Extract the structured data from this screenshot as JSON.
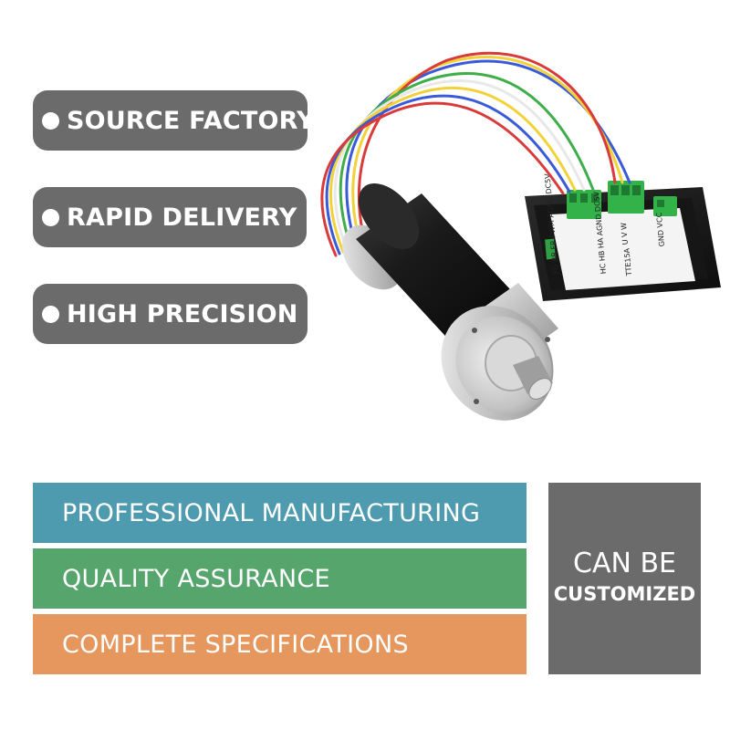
{
  "features": [
    {
      "label": "SOURCE FACTORY"
    },
    {
      "label": "RAPID DELIVERY"
    },
    {
      "label": "HIGH PRECISION"
    }
  ],
  "bands": [
    {
      "label": "PROFESSIONAL MANUFACTURING",
      "color": "#4e9aae"
    },
    {
      "label": "QUALITY ASSURANCE",
      "color": "#55a56d"
    },
    {
      "label": "COMPLETE SPECIFICATIONS",
      "color": "#e5975e"
    }
  ],
  "customized": {
    "line1": "CAN BE",
    "line2": "CUSTOMIZED"
  },
  "driver": {
    "model": "TTE15A",
    "pins_left": [
      "FG",
      "BR",
      "FR",
      "PWM",
      "AGND",
      "DC5V"
    ],
    "pins_hall": [
      "HC",
      "HB",
      "HA",
      "AGND",
      "DC5V"
    ],
    "pins_motor": [
      "U",
      "V",
      "W"
    ],
    "pins_power": [
      "GND",
      "VCC"
    ]
  },
  "colors": {
    "pill": "#6b6b6b",
    "wire_yellow": "#f2d23a",
    "wire_red": "#d93a3a",
    "wire_blue": "#3a5ad9",
    "wire_green": "#3fae4a",
    "wire_white": "#e8e8e8"
  }
}
